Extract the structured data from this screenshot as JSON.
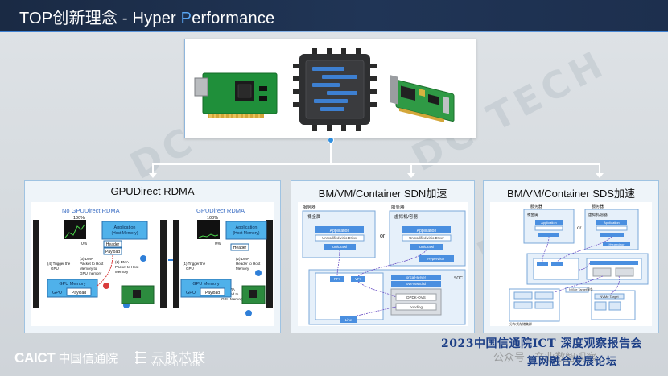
{
  "header": {
    "title_prefix": "TOP创新理念 - Hyper ",
    "title_highlight": "P",
    "title_suffix": "erformance"
  },
  "watermark": {
    "brand": "DC TECH"
  },
  "panels": [
    {
      "title": "GPUDirect RDMA",
      "diagram": {
        "left_heading": "No GPUDirect RDMA",
        "right_heading": "GPUDirect RDMA",
        "percent": "100%",
        "zero": "0%",
        "app_label": "Application\n(Host Memory)",
        "header_label": "Header",
        "payload_label": "Payload",
        "gpu_memory": "GPU Memory",
        "gpu": "GPU",
        "step1": "(1) Trigger the\nGPU",
        "step2_left": "(2) DMA\nPacket to Host\nMemory to\nGPU memory",
        "step3_left": "(3) DMA\nPacket to Host\nMemory",
        "step2_right": "(2) DMA\nHeader to Host\nMemory",
        "step3_right": "(3) DMA\nPayload to\nGPU Memory",
        "step1_right": "(1) Trigger the\nGPU"
      }
    },
    {
      "title": "BM/VM/Container SDN加速",
      "diagram": {
        "server": "服务器",
        "bare_metal": "裸金属",
        "vm_container": "虚拟机/容器",
        "application": "Application",
        "unmodified": "Unmodified virtio Driver",
        "unikernel": "UniCrawl",
        "or": "or",
        "hypervisor": "Hypervisor",
        "soc": "SOC",
        "pfs": "PFs",
        "vfs": "VFs",
        "oncall_server": "oncall-server",
        "ovs_vswitchd": "ovs-vswitchd",
        "dpdk_ovs": "DPDK-OVS",
        "bonding": "bonding",
        "line": "Line"
      }
    },
    {
      "title": "BM/VM/Container SDS加速",
      "diagram": {
        "server": "服务器",
        "bare_metal": "裸金属",
        "vm_container": "虚拟机/容器",
        "application": "Application",
        "or": "or",
        "hypervisor": "Hypervisor",
        "nvme_target": "NVMe Target",
        "nvme_target_server": "NVMe Target服务",
        "storage_backend": "分布式存储集群"
      }
    }
  ],
  "footer": {
    "caict_brand": "CAICT",
    "caict_name": "中国信通院",
    "yun_cn": "云脉芯联",
    "yun_en": "YUNSILICON",
    "event_line1": "2023中国信通院ICT 深度观察报告会",
    "event_line2": "算网融合发展论坛",
    "wechat": "公众号 · 产业数智观察"
  }
}
